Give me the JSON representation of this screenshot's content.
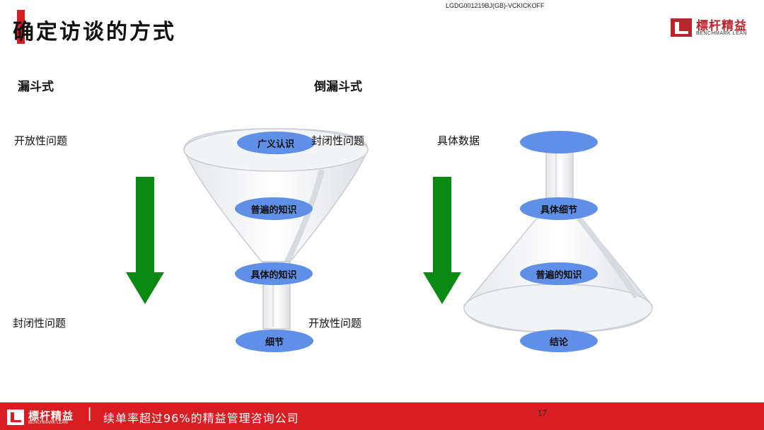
{
  "header": {
    "doc_code": "LGDG001219BJ(GB)-VCKICKOFF",
    "title": "确定访谈的方式"
  },
  "logo": {
    "name": "標杆精益",
    "sub": "BENCHMARK LEAN"
  },
  "left_panel": {
    "heading": "漏斗式",
    "top_label": "开放性问题",
    "bottom_label": "封闭性问题",
    "ovals": [
      "广义认识",
      "普遍的知识",
      "具体的知识",
      "细节"
    ]
  },
  "right_panel": {
    "heading": "倒漏斗式",
    "top_label": "封闭性问题",
    "bottom_label": "开放性问题",
    "data_label": "具体数据",
    "ovals": [
      "具体细节",
      "普遍的知识",
      "结论"
    ]
  },
  "colors": {
    "arrow": "#0a8a12",
    "oval": "#5f8fe6",
    "brand_red": "#d81e22"
  },
  "footer": {
    "logo_name": "標杆精益",
    "logo_sub": "BENCHMARK LEAN",
    "separator": "|",
    "slogan": "续单率超过96%的精益管理咨询公司",
    "page_number": "17"
  }
}
